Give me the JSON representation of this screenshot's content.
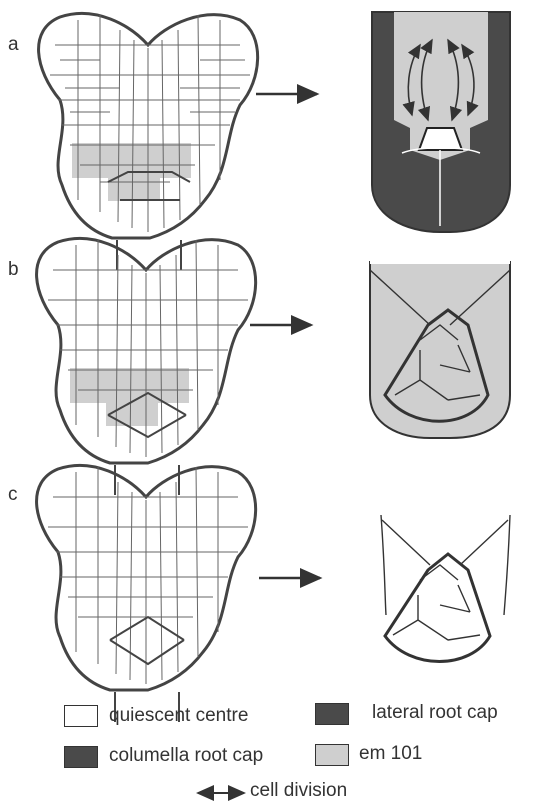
{
  "panels": [
    {
      "label": "a"
    },
    {
      "label": "b"
    },
    {
      "label": "c"
    }
  ],
  "legend": {
    "quiescent_centre": {
      "label": "quiescent centre",
      "color": "#ffffff"
    },
    "lateral_root_cap": {
      "label": "lateral root cap",
      "color": "#4a4a4a"
    },
    "columella_root_cap": {
      "label": "columella root cap",
      "color": "#4a4a4a"
    },
    "em101": {
      "label": "em 101",
      "color": "#cfcfcf"
    },
    "cell_division": {
      "label": "cell division"
    }
  },
  "colors": {
    "outline": "#444444",
    "em101_fill": "#cfcfcf",
    "root_cap_fill": "#4a4a4a"
  }
}
